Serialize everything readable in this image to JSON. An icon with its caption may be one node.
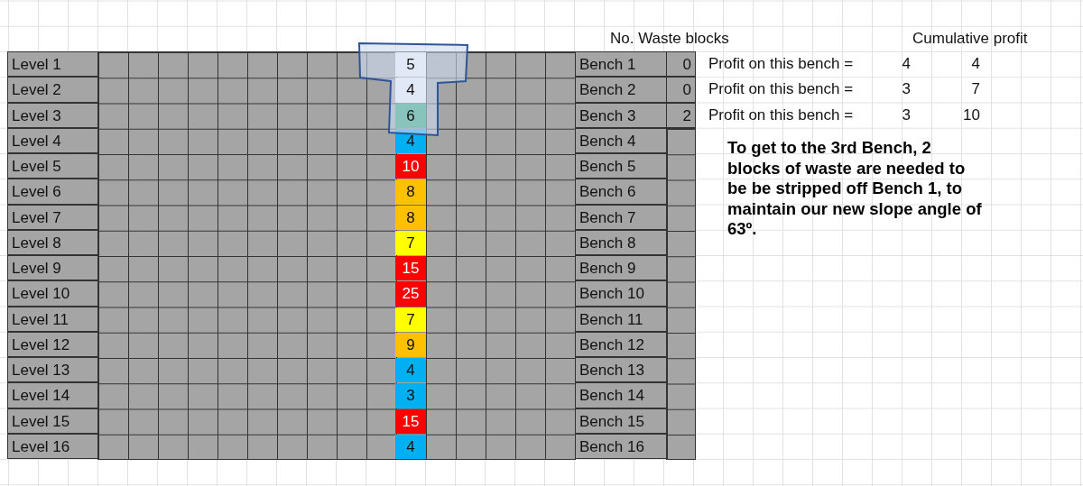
{
  "diagram": {
    "labels": [
      "No. Waste blocks",
      "Cumulative profit",
      "Level 1",
      "5",
      "Bench 1",
      "0",
      "Profit on this bench =",
      "4",
      "4",
      "Level 2",
      "4",
      "Bench 2",
      "0",
      "Profit on this bench =",
      "3",
      "7",
      "Level 3",
      "6",
      "Bench 3",
      "2",
      "Profit on this bench =",
      "3",
      "10",
      "Level 4",
      "4",
      "Bench 4",
      "To get to the 3rd Bench, 2 blocks of waste are needed to be be stripped off Bench 1, to maintain our new slope angle of 63º.",
      "Level 5",
      "10",
      "Bench 5",
      "Level 6",
      "8",
      "Bench 6",
      "Level 7",
      "8",
      "Bench 7",
      "Level 8",
      "7",
      "Bench 8",
      "Level 9",
      "15",
      "Bench 9",
      "Level 10",
      "25",
      "Bench 10",
      "Level 11",
      "7",
      "Bench 11",
      "Level 12",
      "9",
      "Bench 12",
      "Level 13",
      "4",
      "Bench 13",
      "Level 14",
      "3",
      "Bench 14",
      "Level 15",
      "15",
      "Bench 15",
      "Level 16",
      "4",
      "Bench 16"
    ]
  }
}
